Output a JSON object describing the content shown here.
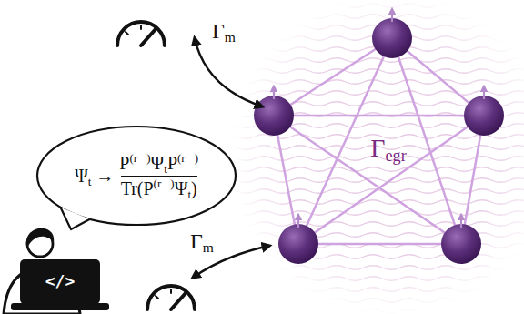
{
  "diagram": {
    "nodes": [
      {
        "text": [
          "Ψt →",
          "P(r⃗)ΨtP(r⃗)",
          "Tr(P(r⃗)Ψt)"
        ]
      }
    ],
    "labels": [
      "Γm",
      "Γegr",
      "Γm",
      "</>"
    ]
  }
}
